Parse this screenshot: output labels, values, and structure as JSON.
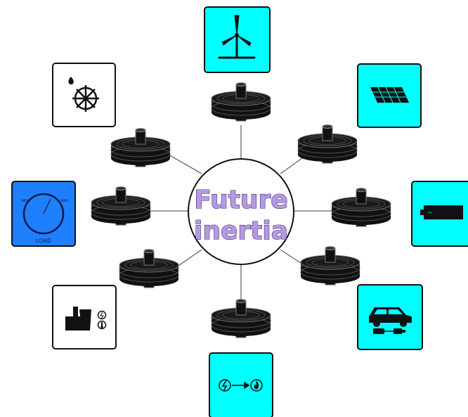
{
  "center": {
    "line1": "Future",
    "line2": "inertia"
  },
  "load_box": {
    "label": "LOAD",
    "min_label": "MIN",
    "max_label": "MAX"
  },
  "colors": {
    "cyan_box": "#00ffff",
    "white_box": "#ffffff",
    "load_box": "#1e7fff",
    "flywheel": "#111111",
    "outline": "#000000",
    "spoke": "#666666",
    "title_fill": "#b49ae0",
    "title_stroke": "#3a1a78"
  },
  "icons": {
    "top": "wind-turbine-icon",
    "top_right": "solar-panel-icon",
    "right": "battery-icon",
    "bottom_right": "electric-vehicle-icon",
    "bottom": "power-to-gas-icon",
    "bottom_left": "thermal-plant-icon",
    "left": "load-dial-icon",
    "top_left": "hydro-turbine-icon"
  }
}
